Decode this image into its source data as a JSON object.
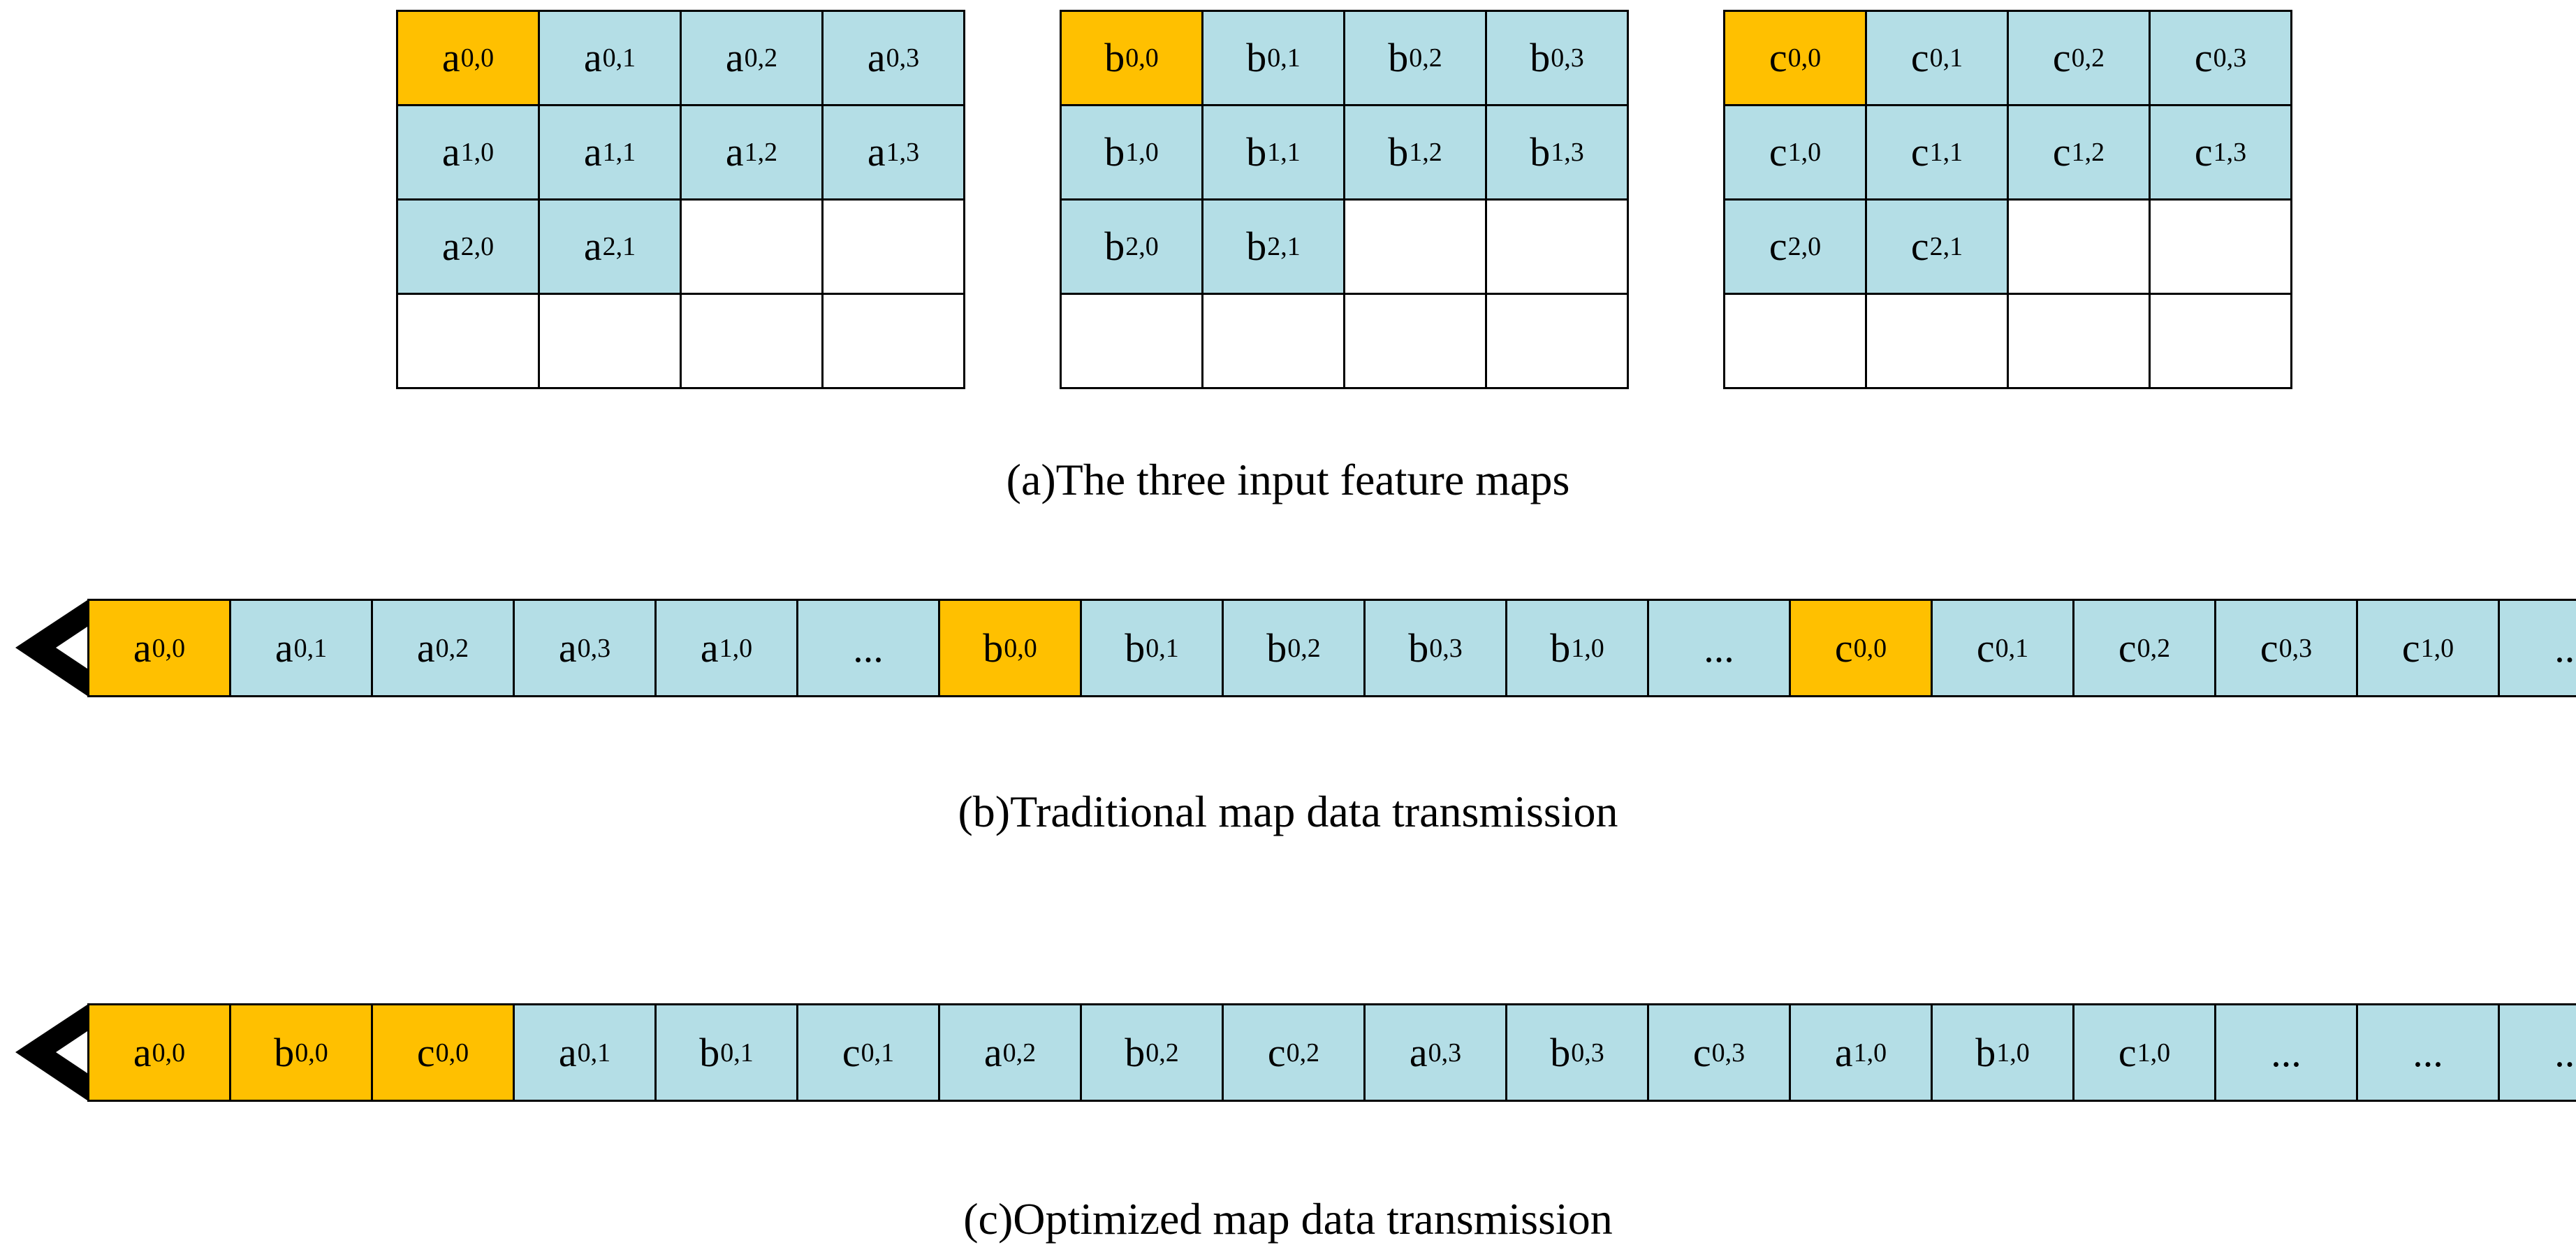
{
  "colors": {
    "highlight": "#FFC000",
    "data": "#B4DEE6",
    "empty": "#FFFFFF",
    "border": "#000000",
    "arrow": "#000000"
  },
  "feature_maps": [
    {
      "id": "a",
      "rows": [
        [
          {
            "base": "a",
            "sub": "0,0",
            "fill": "highlight"
          },
          {
            "base": "a",
            "sub": "0,1",
            "fill": "data"
          },
          {
            "base": "a",
            "sub": "0,2",
            "fill": "data"
          },
          {
            "base": "a",
            "sub": "0,3",
            "fill": "data"
          }
        ],
        [
          {
            "base": "a",
            "sub": "1,0",
            "fill": "data"
          },
          {
            "base": "a",
            "sub": "1,1",
            "fill": "data"
          },
          {
            "base": "a",
            "sub": "1,2",
            "fill": "data"
          },
          {
            "base": "a",
            "sub": "1,3",
            "fill": "data"
          }
        ],
        [
          {
            "base": "a",
            "sub": "2,0",
            "fill": "data"
          },
          {
            "base": "a",
            "sub": "2,1",
            "fill": "data"
          },
          {
            "base": "",
            "sub": "",
            "fill": "empty"
          },
          {
            "base": "",
            "sub": "",
            "fill": "empty"
          }
        ],
        [
          {
            "base": "",
            "sub": "",
            "fill": "empty"
          },
          {
            "base": "",
            "sub": "",
            "fill": "empty"
          },
          {
            "base": "",
            "sub": "",
            "fill": "empty"
          },
          {
            "base": "",
            "sub": "",
            "fill": "empty"
          }
        ]
      ]
    },
    {
      "id": "b",
      "rows": [
        [
          {
            "base": "b",
            "sub": "0,0",
            "fill": "highlight"
          },
          {
            "base": "b",
            "sub": "0,1",
            "fill": "data"
          },
          {
            "base": "b",
            "sub": "0,2",
            "fill": "data"
          },
          {
            "base": "b",
            "sub": "0,3",
            "fill": "data"
          }
        ],
        [
          {
            "base": "b",
            "sub": "1,0",
            "fill": "data"
          },
          {
            "base": "b",
            "sub": "1,1",
            "fill": "data"
          },
          {
            "base": "b",
            "sub": "1,2",
            "fill": "data"
          },
          {
            "base": "b",
            "sub": "1,3",
            "fill": "data"
          }
        ],
        [
          {
            "base": "b",
            "sub": "2,0",
            "fill": "data"
          },
          {
            "base": "b",
            "sub": "2,1",
            "fill": "data"
          },
          {
            "base": "",
            "sub": "",
            "fill": "empty"
          },
          {
            "base": "",
            "sub": "",
            "fill": "empty"
          }
        ],
        [
          {
            "base": "",
            "sub": "",
            "fill": "empty"
          },
          {
            "base": "",
            "sub": "",
            "fill": "empty"
          },
          {
            "base": "",
            "sub": "",
            "fill": "empty"
          },
          {
            "base": "",
            "sub": "",
            "fill": "empty"
          }
        ]
      ]
    },
    {
      "id": "c",
      "rows": [
        [
          {
            "base": "c",
            "sub": "0,0",
            "fill": "highlight"
          },
          {
            "base": "c",
            "sub": "0,1",
            "fill": "data"
          },
          {
            "base": "c",
            "sub": "0,2",
            "fill": "data"
          },
          {
            "base": "c",
            "sub": "0,3",
            "fill": "data"
          }
        ],
        [
          {
            "base": "c",
            "sub": "1,0",
            "fill": "data"
          },
          {
            "base": "c",
            "sub": "1,1",
            "fill": "data"
          },
          {
            "base": "c",
            "sub": "1,2",
            "fill": "data"
          },
          {
            "base": "c",
            "sub": "1,3",
            "fill": "data"
          }
        ],
        [
          {
            "base": "c",
            "sub": "2,0",
            "fill": "data"
          },
          {
            "base": "c",
            "sub": "2,1",
            "fill": "data"
          },
          {
            "base": "",
            "sub": "",
            "fill": "empty"
          },
          {
            "base": "",
            "sub": "",
            "fill": "empty"
          }
        ],
        [
          {
            "base": "",
            "sub": "",
            "fill": "empty"
          },
          {
            "base": "",
            "sub": "",
            "fill": "empty"
          },
          {
            "base": "",
            "sub": "",
            "fill": "empty"
          },
          {
            "base": "",
            "sub": "",
            "fill": "empty"
          }
        ]
      ]
    }
  ],
  "captions": {
    "a": "(a)The three input feature maps",
    "b": "(b)Traditional map data transmission",
    "c": "(c)Optimized map data transmission"
  },
  "traditional_sequence": [
    {
      "base": "a",
      "sub": "0,0",
      "fill": "highlight"
    },
    {
      "base": "a",
      "sub": "0,1",
      "fill": "data"
    },
    {
      "base": "a",
      "sub": "0,2",
      "fill": "data"
    },
    {
      "base": "a",
      "sub": "0,3",
      "fill": "data"
    },
    {
      "base": "a",
      "sub": "1,0",
      "fill": "data"
    },
    {
      "base": "...",
      "sub": "",
      "fill": "data"
    },
    {
      "base": "b",
      "sub": "0,0",
      "fill": "highlight"
    },
    {
      "base": "b",
      "sub": "0,1",
      "fill": "data"
    },
    {
      "base": "b",
      "sub": "0,2",
      "fill": "data"
    },
    {
      "base": "b",
      "sub": "0,3",
      "fill": "data"
    },
    {
      "base": "b",
      "sub": "1,0",
      "fill": "data"
    },
    {
      "base": "...",
      "sub": "",
      "fill": "data"
    },
    {
      "base": "c",
      "sub": "0,0",
      "fill": "highlight"
    },
    {
      "base": "c",
      "sub": "0,1",
      "fill": "data"
    },
    {
      "base": "c",
      "sub": "0,2",
      "fill": "data"
    },
    {
      "base": "c",
      "sub": "0,3",
      "fill": "data"
    },
    {
      "base": "c",
      "sub": "1,0",
      "fill": "data"
    },
    {
      "base": "...",
      "sub": "",
      "fill": "data"
    }
  ],
  "optimized_sequence": [
    {
      "base": "a",
      "sub": "0,0",
      "fill": "highlight"
    },
    {
      "base": "b",
      "sub": "0,0",
      "fill": "highlight"
    },
    {
      "base": "c",
      "sub": "0,0",
      "fill": "highlight"
    },
    {
      "base": "a",
      "sub": "0,1",
      "fill": "data"
    },
    {
      "base": "b",
      "sub": "0,1",
      "fill": "data"
    },
    {
      "base": "c",
      "sub": "0,1",
      "fill": "data"
    },
    {
      "base": "a",
      "sub": "0,2",
      "fill": "data"
    },
    {
      "base": "b",
      "sub": "0,2",
      "fill": "data"
    },
    {
      "base": "c",
      "sub": "0,2",
      "fill": "data"
    },
    {
      "base": "a",
      "sub": "0,3",
      "fill": "data"
    },
    {
      "base": "b",
      "sub": "0,3",
      "fill": "data"
    },
    {
      "base": "c",
      "sub": "0,3",
      "fill": "data"
    },
    {
      "base": "a",
      "sub": "1,0",
      "fill": "data"
    },
    {
      "base": "b",
      "sub": "1,0",
      "fill": "data"
    },
    {
      "base": "c",
      "sub": "1,0",
      "fill": "data"
    },
    {
      "base": "...",
      "sub": "",
      "fill": "data"
    },
    {
      "base": "...",
      "sub": "",
      "fill": "data"
    },
    {
      "base": "...",
      "sub": "",
      "fill": "data"
    }
  ]
}
